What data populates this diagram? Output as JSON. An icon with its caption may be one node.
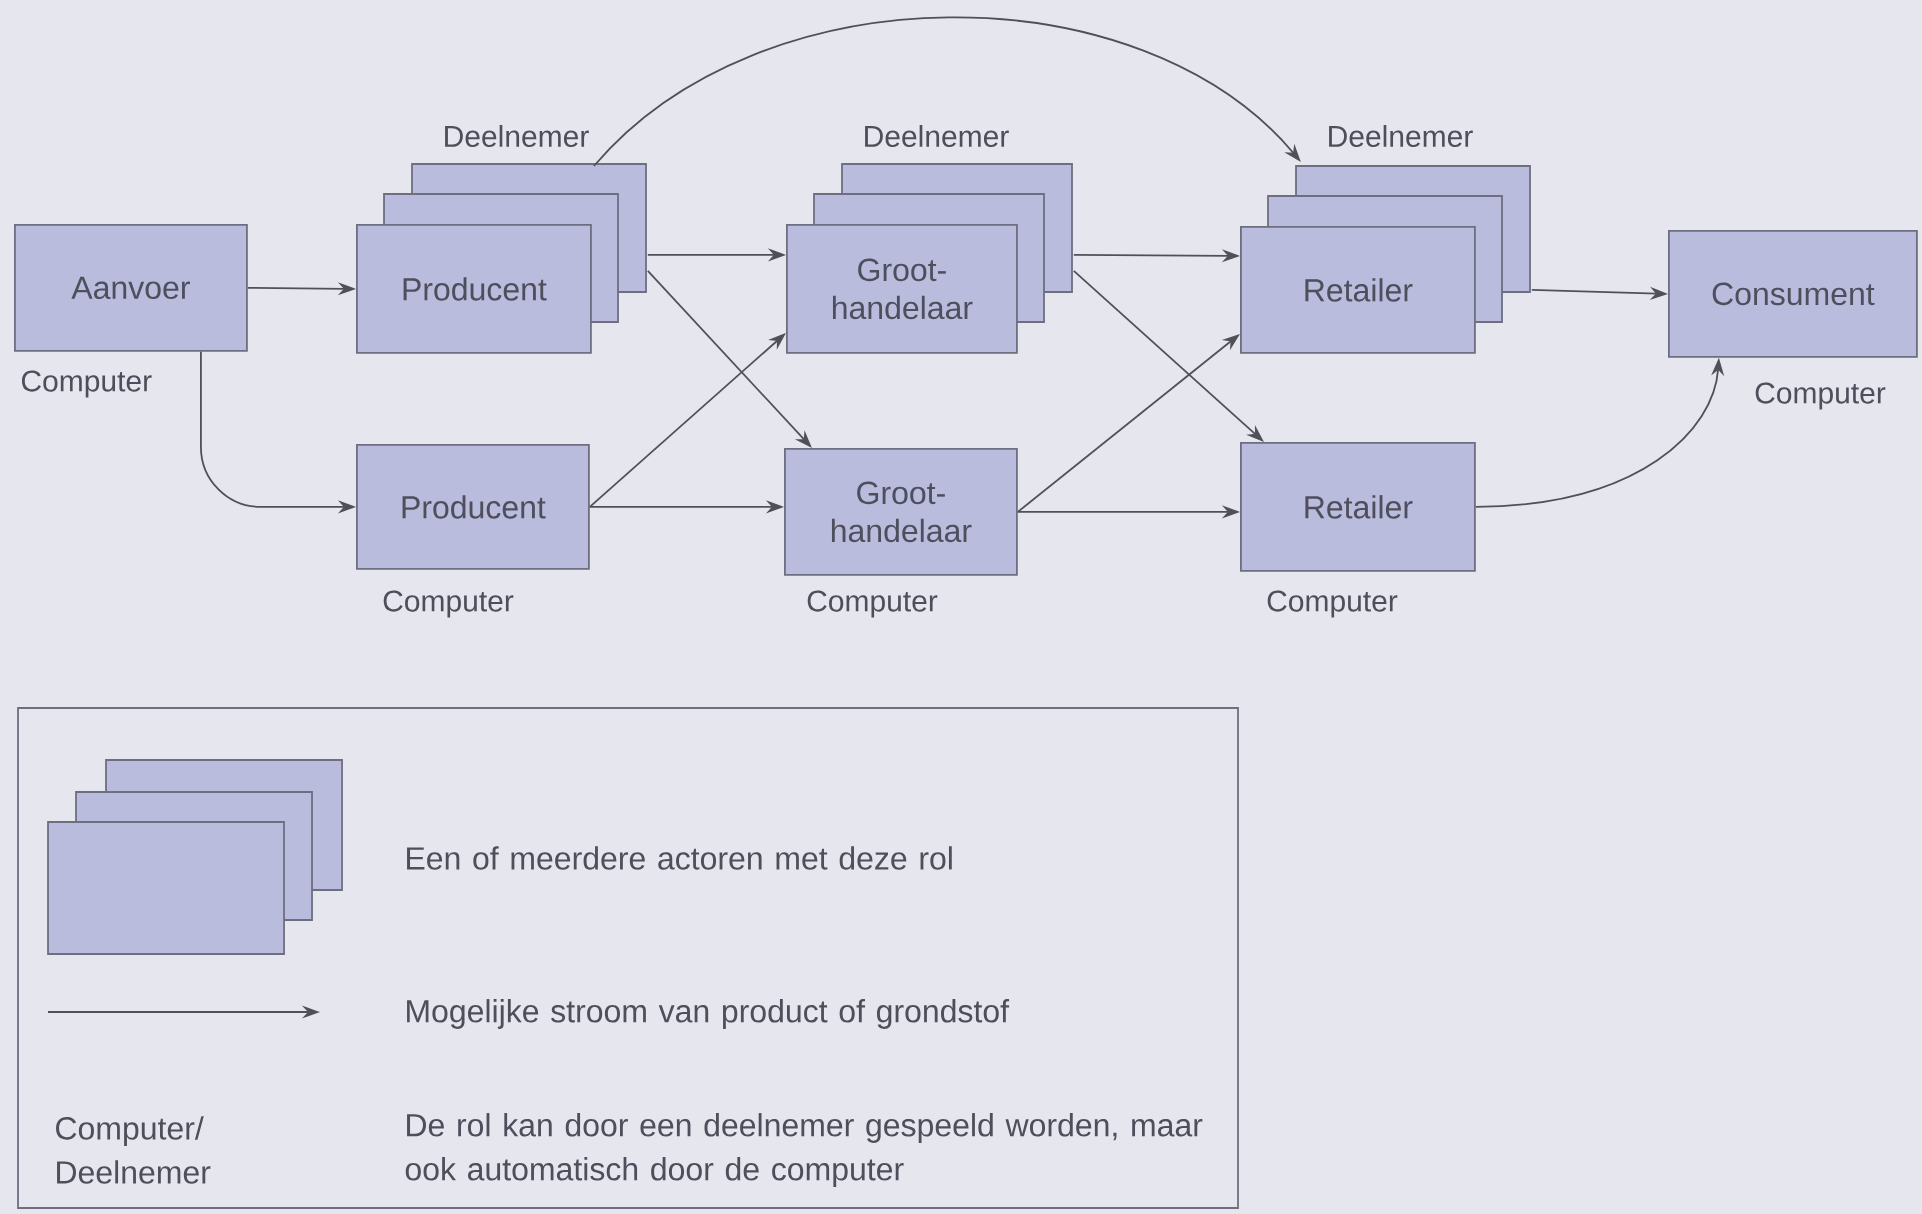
{
  "diagram": {
    "nodes": [
      {
        "text": [
          "Aanvoer"
        ],
        "beside": [
          "Computer"
        ]
      },
      {
        "text": [
          "Producent"
        ],
        "beside": [
          "Deelnemer"
        ]
      },
      {
        "text": [
          "Producent"
        ],
        "beside": [
          "Computer"
        ]
      },
      {
        "text": [
          "Groot- handelaar"
        ],
        "beside": [
          "Deelnemer"
        ]
      },
      {
        "text": [
          "Groot- handelaar"
        ],
        "beside": [
          "Computer"
        ]
      },
      {
        "text": [
          "Retailer"
        ],
        "beside": [
          "Deelnemer"
        ]
      },
      {
        "text": [
          "Retailer"
        ],
        "beside": [
          "Computer"
        ]
      },
      {
        "text": [
          "Consument"
        ],
        "beside": [
          "Computer"
        ]
      }
    ],
    "edges": [
      {
        "from": 0,
        "to": 1,
        "arrow": "to"
      },
      {
        "from": 0,
        "to": 2,
        "arrow": "to"
      },
      {
        "from": 1,
        "to": 3,
        "arrow": "to"
      },
      {
        "from": 1,
        "to": 4,
        "arrow": "to"
      },
      {
        "from": 2,
        "to": 3,
        "arrow": "to"
      },
      {
        "from": 2,
        "to": 4,
        "arrow": "to"
      },
      {
        "from": 1,
        "to": 5,
        "arrow": "to"
      },
      {
        "from": 3,
        "to": 5,
        "arrow": "to"
      },
      {
        "from": 3,
        "to": 6,
        "arrow": "to"
      },
      {
        "from": 4,
        "to": 5,
        "arrow": "to"
      },
      {
        "from": 4,
        "to": 6,
        "arrow": "to"
      },
      {
        "from": 5,
        "to": 7,
        "arrow": "to"
      },
      {
        "from": 6,
        "to": 7,
        "arrow": "to"
      }
    ],
    "labels": [
      "Computer/ Deelnemer"
    ],
    "legend": [
      {
        "text": "Een of meerdere actoren met deze rol"
      },
      {
        "text": "Mogelijke stroom van product of grondstof"
      },
      {
        "text": "De rol kan door een deelnemer gespeeld worden, maar ook automatisch door de computer"
      }
    ]
  }
}
